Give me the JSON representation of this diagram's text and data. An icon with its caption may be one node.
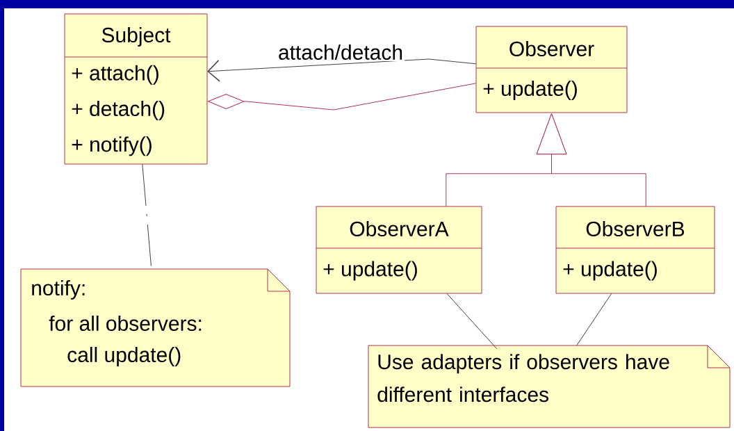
{
  "diagram": {
    "nodes": [
      {
        "text": [
          "Subject",
          "+ attach()",
          "+ detach()",
          "+ notify()"
        ]
      },
      {
        "text": [
          "Observer",
          "+ update()"
        ]
      },
      {
        "text": [
          "ObserverA",
          "+ update()"
        ]
      },
      {
        "text": [
          "ObserverB",
          "+ update()"
        ]
      },
      {
        "text": [
          "notify:",
          "for all observers:",
          "call update()"
        ]
      },
      {
        "text": [
          "Use adapters if observers have different interfaces"
        ]
      }
    ],
    "edges": [
      {
        "from": 1,
        "to": 0,
        "arrow": "to",
        "label": "attach/detach"
      },
      {
        "from": 1,
        "to": 0,
        "arrow": "other",
        "color": "#b03050"
      },
      {
        "from": 2,
        "to": 1,
        "arrow": "to",
        "color": "#b03050"
      },
      {
        "from": 3,
        "to": 1,
        "arrow": "to",
        "color": "#b03050"
      },
      {
        "from": 0,
        "to": 4,
        "arrow": "none",
        "style": "dashed"
      },
      {
        "from": 2,
        "to": 5,
        "arrow": "none"
      },
      {
        "from": 3,
        "to": 5,
        "arrow": "none"
      }
    ]
  }
}
